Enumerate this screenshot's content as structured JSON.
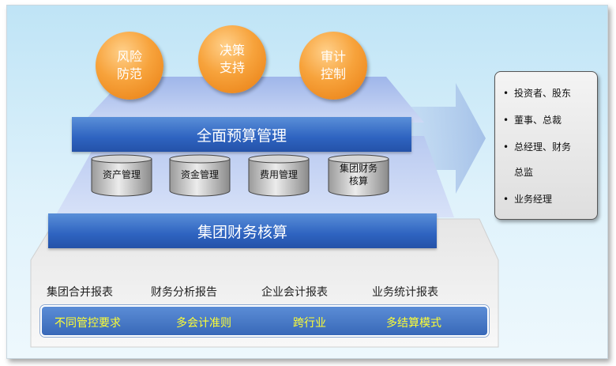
{
  "top_circles": [
    {
      "label": "风险\n防范"
    },
    {
      "label": "决策\n支持"
    },
    {
      "label": "审计\n控制"
    }
  ],
  "budget_bar": "全面预算管理",
  "modules": [
    {
      "label": "资产管理"
    },
    {
      "label": "资金管理"
    },
    {
      "label": "费用管理"
    },
    {
      "label": "集团财务\n核算"
    }
  ],
  "accounting_bar": "集团财务核算",
  "reports": [
    "集团合并报表",
    "财务分析报告",
    "企业会计报表",
    "业务统计报表"
  ],
  "features": [
    "不同管控要求",
    "多会计准则",
    "跨行业",
    "多结算模式"
  ],
  "stakeholders": {
    "bullet": "•",
    "items": [
      "投资者、股东",
      "董事、总裁",
      "总经理、财务",
      "总监",
      "业务经理"
    ]
  },
  "colors": {
    "orange": "#f39a2e",
    "blue_bar": "#2e63c0",
    "yellow_text": "#ffff33"
  }
}
